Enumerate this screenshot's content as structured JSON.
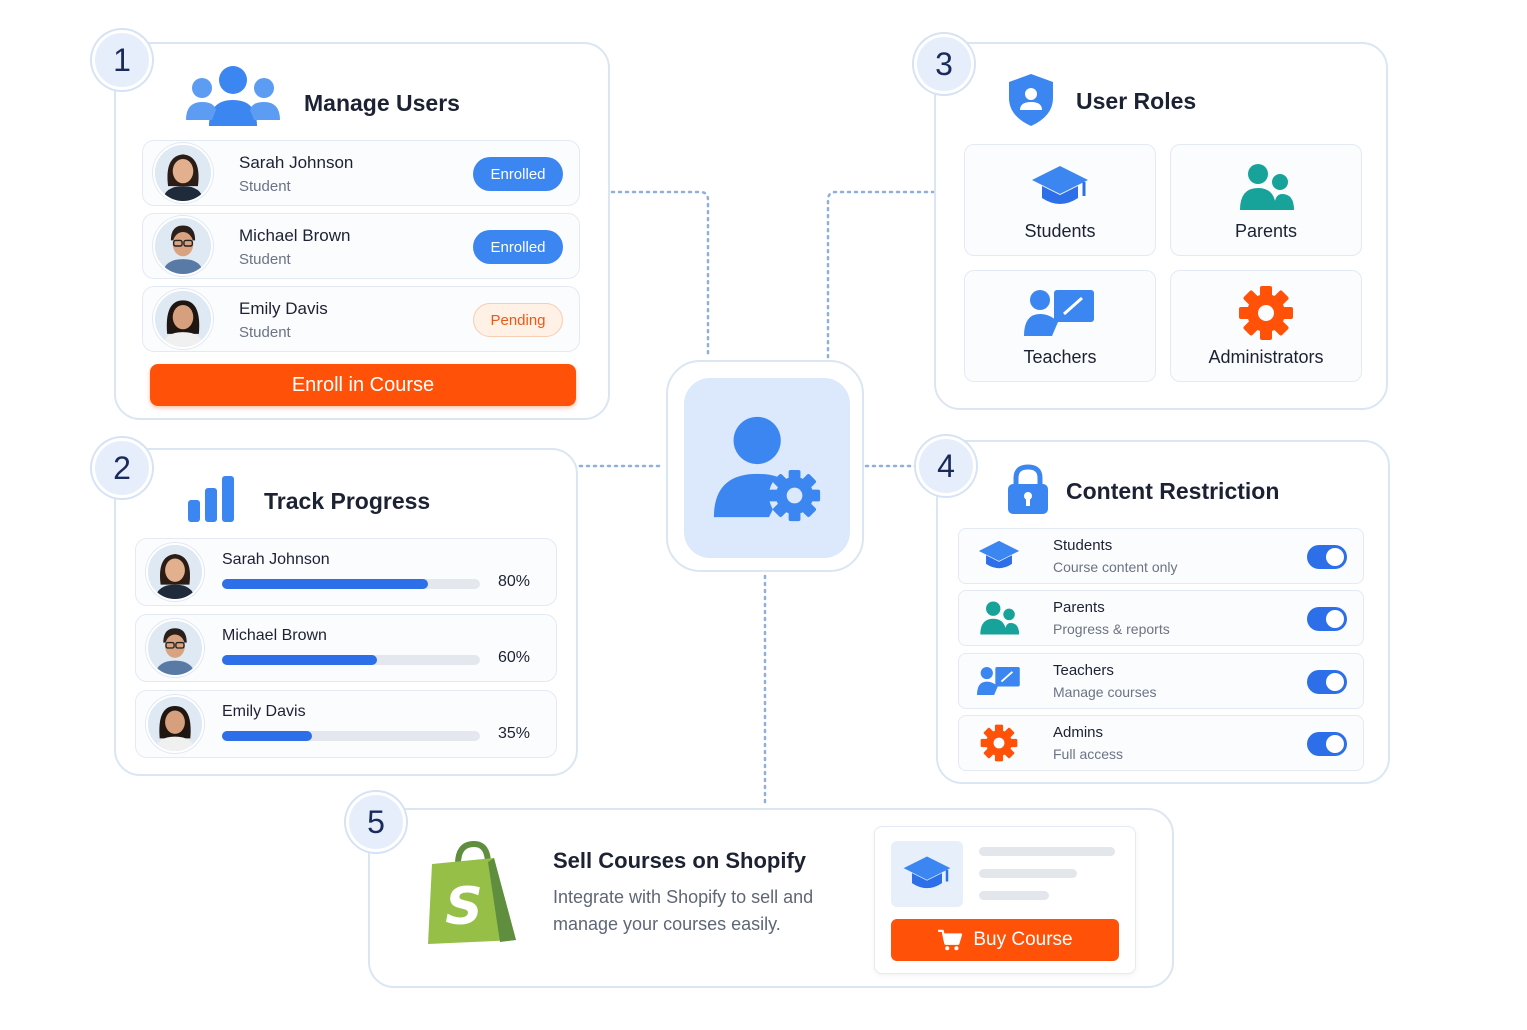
{
  "manage_users": {
    "number": "1",
    "title": "Manage Users",
    "users": [
      {
        "name": "Sarah Johnson",
        "role": "Student",
        "status": "Enrolled",
        "status_type": "enrolled"
      },
      {
        "name": "Michael Brown",
        "role": "Student",
        "status": "Enrolled",
        "status_type": "enrolled"
      },
      {
        "name": "Emily Davis",
        "role": "Student",
        "status": "Pending",
        "status_type": "pending"
      }
    ],
    "enroll_button": "Enroll in Course"
  },
  "track_progress": {
    "number": "2",
    "title": "Track Progress",
    "rows": [
      {
        "name": "Sarah Johnson",
        "percent": 80,
        "label": "80%"
      },
      {
        "name": "Michael Brown",
        "percent": 60,
        "label": "60%"
      },
      {
        "name": "Emily Davis",
        "percent": 35,
        "label": "35%"
      }
    ]
  },
  "user_roles": {
    "number": "3",
    "title": "User Roles",
    "roles": [
      {
        "label": "Students",
        "icon": "graduation-cap-icon"
      },
      {
        "label": "Parents",
        "icon": "parents-icon"
      },
      {
        "label": "Teachers",
        "icon": "teacher-board-icon"
      },
      {
        "label": "Administrators",
        "icon": "gear-icon"
      }
    ]
  },
  "content_restriction": {
    "number": "4",
    "title": "Content Restriction",
    "rows": [
      {
        "title": "Students",
        "subtitle": "Course content only",
        "enabled": true
      },
      {
        "title": "Parents",
        "subtitle": "Progress & reports",
        "enabled": true
      },
      {
        "title": "Teachers",
        "subtitle": "Manage courses",
        "enabled": true
      },
      {
        "title": "Admins",
        "subtitle": "Full access",
        "enabled": true
      }
    ]
  },
  "shopify": {
    "number": "5",
    "title": "Sell Courses on Shopify",
    "description": "Integrate with Shopify to sell and manage your courses easily.",
    "buy_button": "Buy Course"
  },
  "colors": {
    "accent_blue": "#3b86f0",
    "accent_orange": "#ff5208",
    "teal": "#17a39a",
    "shopify_green": "#7ab33e"
  }
}
